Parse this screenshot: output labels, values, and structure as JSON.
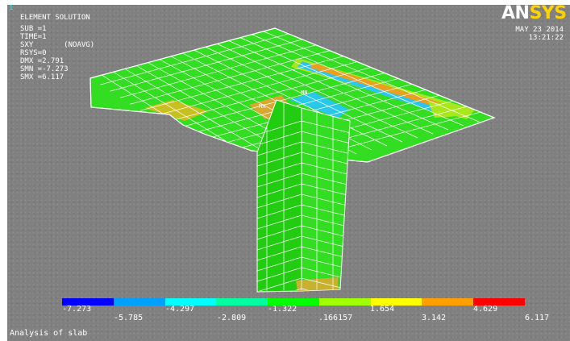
{
  "window_number": "1",
  "header": {
    "title": "ELEMENT SOLUTION",
    "lines": [
      "SUB =1",
      "TIME=1",
      "SXY       (NOAVG)",
      "RSYS=0",
      "DMX =2.791",
      "SMN =-7.273",
      "SMX =6.117"
    ]
  },
  "logo": {
    "an": "AN",
    "sys": "SYS"
  },
  "date": "MAY 23 2014",
  "time": "13:21:22",
  "markers": {
    "mx": "MX",
    "mn": "MN"
  },
  "legend": {
    "colors": [
      "#0000ff",
      "#00a0ff",
      "#00ffff",
      "#00ffa0",
      "#00ff00",
      "#a0ff00",
      "#ffff00",
      "#ffa000",
      "#ff0000"
    ],
    "top_labels": [
      "-7.273",
      "-4.297",
      "-1.322",
      "1.654",
      "4.629"
    ],
    "bottom_labels": [
      "-5.785",
      "-2.809",
      ".166157",
      "3.142",
      "6.117"
    ]
  },
  "subtitle": "Analysis of slab"
}
